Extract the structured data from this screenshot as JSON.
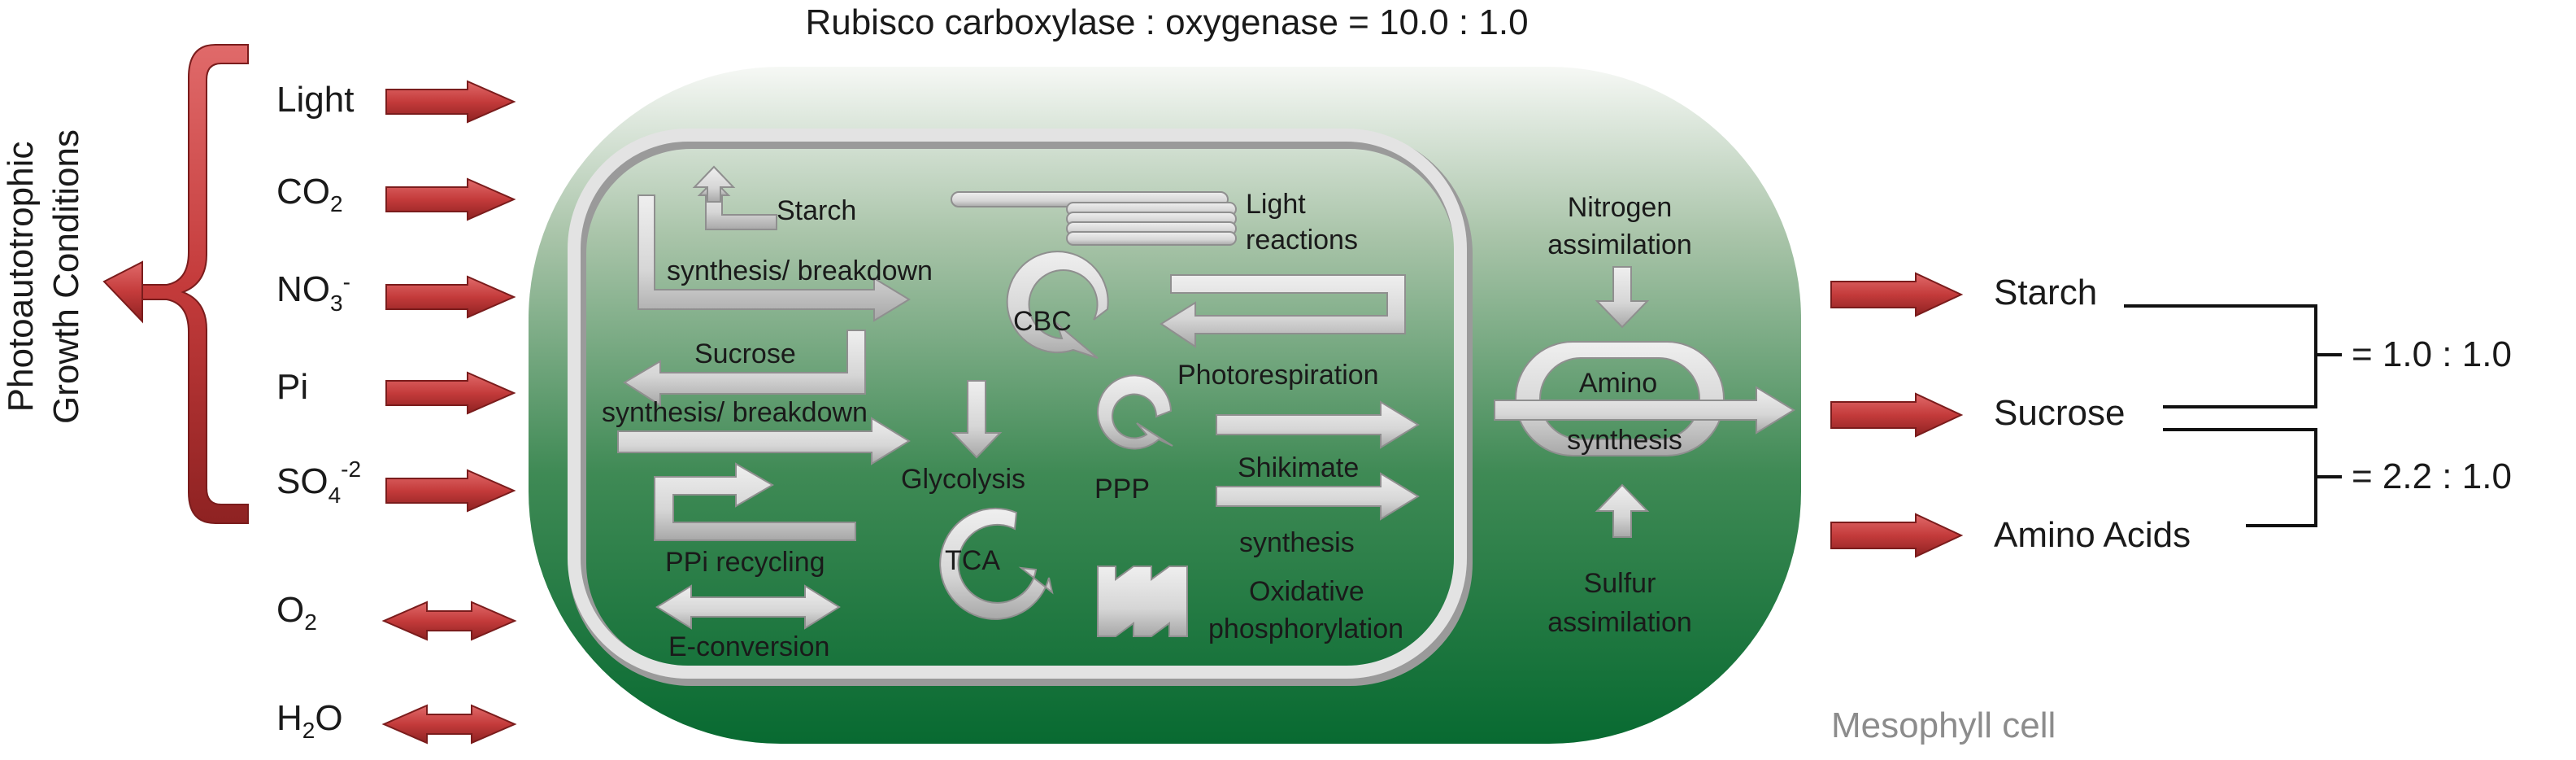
{
  "title": "Rubisco carboxylase : oxygenase  = 10.0 : 1.0",
  "side_label": {
    "line1": "Photoautotrophic",
    "line2": "Growth Conditions"
  },
  "inputs": [
    {
      "id": "light",
      "main": "Light",
      "sub": "",
      "sup": ""
    },
    {
      "id": "co2",
      "main": "CO",
      "sub": "2",
      "sup": ""
    },
    {
      "id": "no3",
      "main": "NO",
      "sub": "3",
      "sup": "-"
    },
    {
      "id": "pi",
      "main": "Pi",
      "sub": "",
      "sup": ""
    },
    {
      "id": "so4",
      "main": "SO",
      "sub": "4",
      "sup": "-2"
    },
    {
      "id": "o2",
      "main": "O",
      "sub": "2",
      "sup": ""
    },
    {
      "id": "h2o",
      "main": "H",
      "sub": "2",
      "post": "O"
    }
  ],
  "cell_processes": {
    "starch_label": "Starch",
    "starch_synth": "synthesis/ breakdown",
    "light_line1": "Light",
    "light_line2": "reactions",
    "sucrose_label": "Sucrose",
    "sucrose_synth": "synthesis/ breakdown",
    "cbc": "CBC",
    "photorespiration": "Photorespiration",
    "glycolysis": "Glycolysis",
    "ppp": "PPP",
    "shikimate": "Shikimate",
    "shikimate_synth": "synthesis",
    "ppi": "PPi recycling",
    "tca": "TCA",
    "oxphos_line1": "Oxidative",
    "oxphos_line2": "phosphorylation",
    "e_conversion": "E-conversion",
    "nitrogen_line1": "Nitrogen",
    "nitrogen_line2": "assimilation",
    "amino_line1": "Amino",
    "amino_line2": "synthesis",
    "sulfur_line1": "Sulfur",
    "sulfur_line2": "assimilation"
  },
  "outputs": [
    {
      "id": "starch",
      "label": "Starch"
    },
    {
      "id": "sucrose",
      "label": "Sucrose"
    },
    {
      "id": "amino",
      "label": "Amino Acids"
    }
  ],
  "ratios": {
    "starch_sucrose": "= 1.0 : 1.0",
    "sucrose_amino": "= 2.2 : 1.0"
  },
  "cell_name": "Mesophyll cell",
  "colors": {
    "arrow_red": "#c43b3b",
    "arrow_red_dark": "#8e2222",
    "cell_green_dark": "#0a6b32",
    "cell_green_light": "#f4f7f3",
    "grey_shape": "#d9d9d9",
    "grey_shape_dark": "#9c9c9c"
  }
}
